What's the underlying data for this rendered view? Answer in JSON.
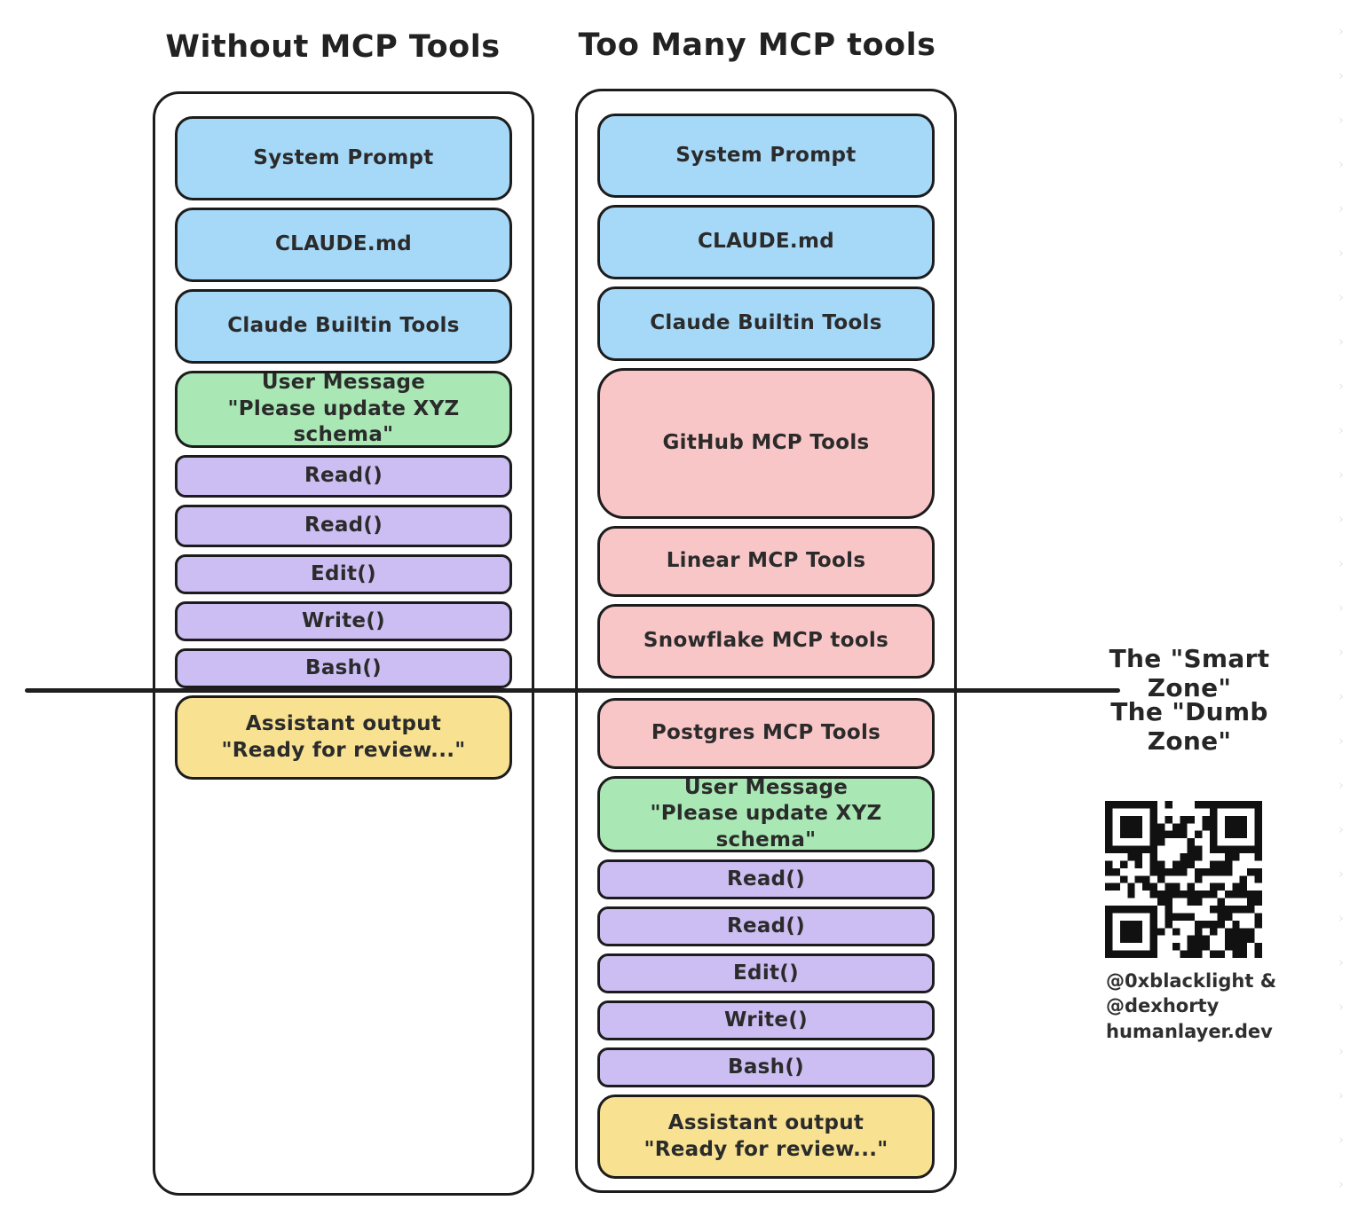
{
  "diagram_title": "Context window comparison",
  "colors": {
    "blue": "#a6d8f8",
    "green": "#a9e8b4",
    "purple": "#ccbdf3",
    "pink": "#f9c6c8",
    "yellow": "#f8e292",
    "outline": "#1c1c1c"
  },
  "left_column": {
    "title": "Without MCP Tools",
    "boxes": [
      {
        "lines": [
          "System Prompt"
        ],
        "color": "blue",
        "h": 95
      },
      {
        "lines": [
          "CLAUDE.md"
        ],
        "color": "blue",
        "h": 84
      },
      {
        "lines": [
          "Claude Builtin Tools"
        ],
        "color": "blue",
        "h": 84
      },
      {
        "lines": [
          "User Message",
          "\"Please update XYZ schema\""
        ],
        "color": "green",
        "h": 87
      },
      {
        "lines": [
          "Read()"
        ],
        "color": "purple",
        "h": 48
      },
      {
        "lines": [
          "Read()"
        ],
        "color": "purple",
        "h": 48
      },
      {
        "lines": [
          "Edit()"
        ],
        "color": "purple",
        "h": 45
      },
      {
        "lines": [
          "Write()"
        ],
        "color": "purple",
        "h": 45
      },
      {
        "lines": [
          "Bash()"
        ],
        "color": "purple",
        "h": 45
      },
      {
        "lines": [
          "Assistant output",
          "\"Ready for review...\""
        ],
        "color": "yellow",
        "h": 95
      }
    ]
  },
  "right_column": {
    "title": "Too Many MCP tools",
    "boxes": [
      {
        "lines": [
          "System Prompt"
        ],
        "color": "blue",
        "h": 95
      },
      {
        "lines": [
          "CLAUDE.md"
        ],
        "color": "blue",
        "h": 84
      },
      {
        "lines": [
          "Claude Builtin Tools"
        ],
        "color": "blue",
        "h": 84
      },
      {
        "lines": [
          "GitHub MCP Tools"
        ],
        "color": "pink",
        "h": 170
      },
      {
        "lines": [
          "Linear MCP Tools"
        ],
        "color": "pink",
        "h": 80
      },
      {
        "lines": [
          "Snowflake MCP tools"
        ],
        "color": "pink",
        "h": 84
      },
      {
        "lines": [
          "Postgres MCP Tools"
        ],
        "color": "pink",
        "h": 80,
        "gap": 14
      },
      {
        "lines": [
          "User Message",
          "\"Please update XYZ schema\""
        ],
        "color": "green",
        "h": 86
      },
      {
        "lines": [
          "Read()"
        ],
        "color": "purple",
        "h": 45
      },
      {
        "lines": [
          "Read()"
        ],
        "color": "purple",
        "h": 45
      },
      {
        "lines": [
          "Edit()"
        ],
        "color": "purple",
        "h": 45
      },
      {
        "lines": [
          "Write()"
        ],
        "color": "purple",
        "h": 45
      },
      {
        "lines": [
          "Bash()"
        ],
        "color": "purple",
        "h": 45
      },
      {
        "lines": [
          "Assistant output",
          "\"Ready for review...\""
        ],
        "color": "yellow",
        "h": 95
      }
    ]
  },
  "zones": {
    "smart": "The \"Smart Zone\"",
    "dumb": "The \"Dumb Zone\""
  },
  "qr": {
    "caption_lines": [
      "@0xblacklight &",
      "@dexhorty",
      "humanlayer.dev"
    ]
  }
}
